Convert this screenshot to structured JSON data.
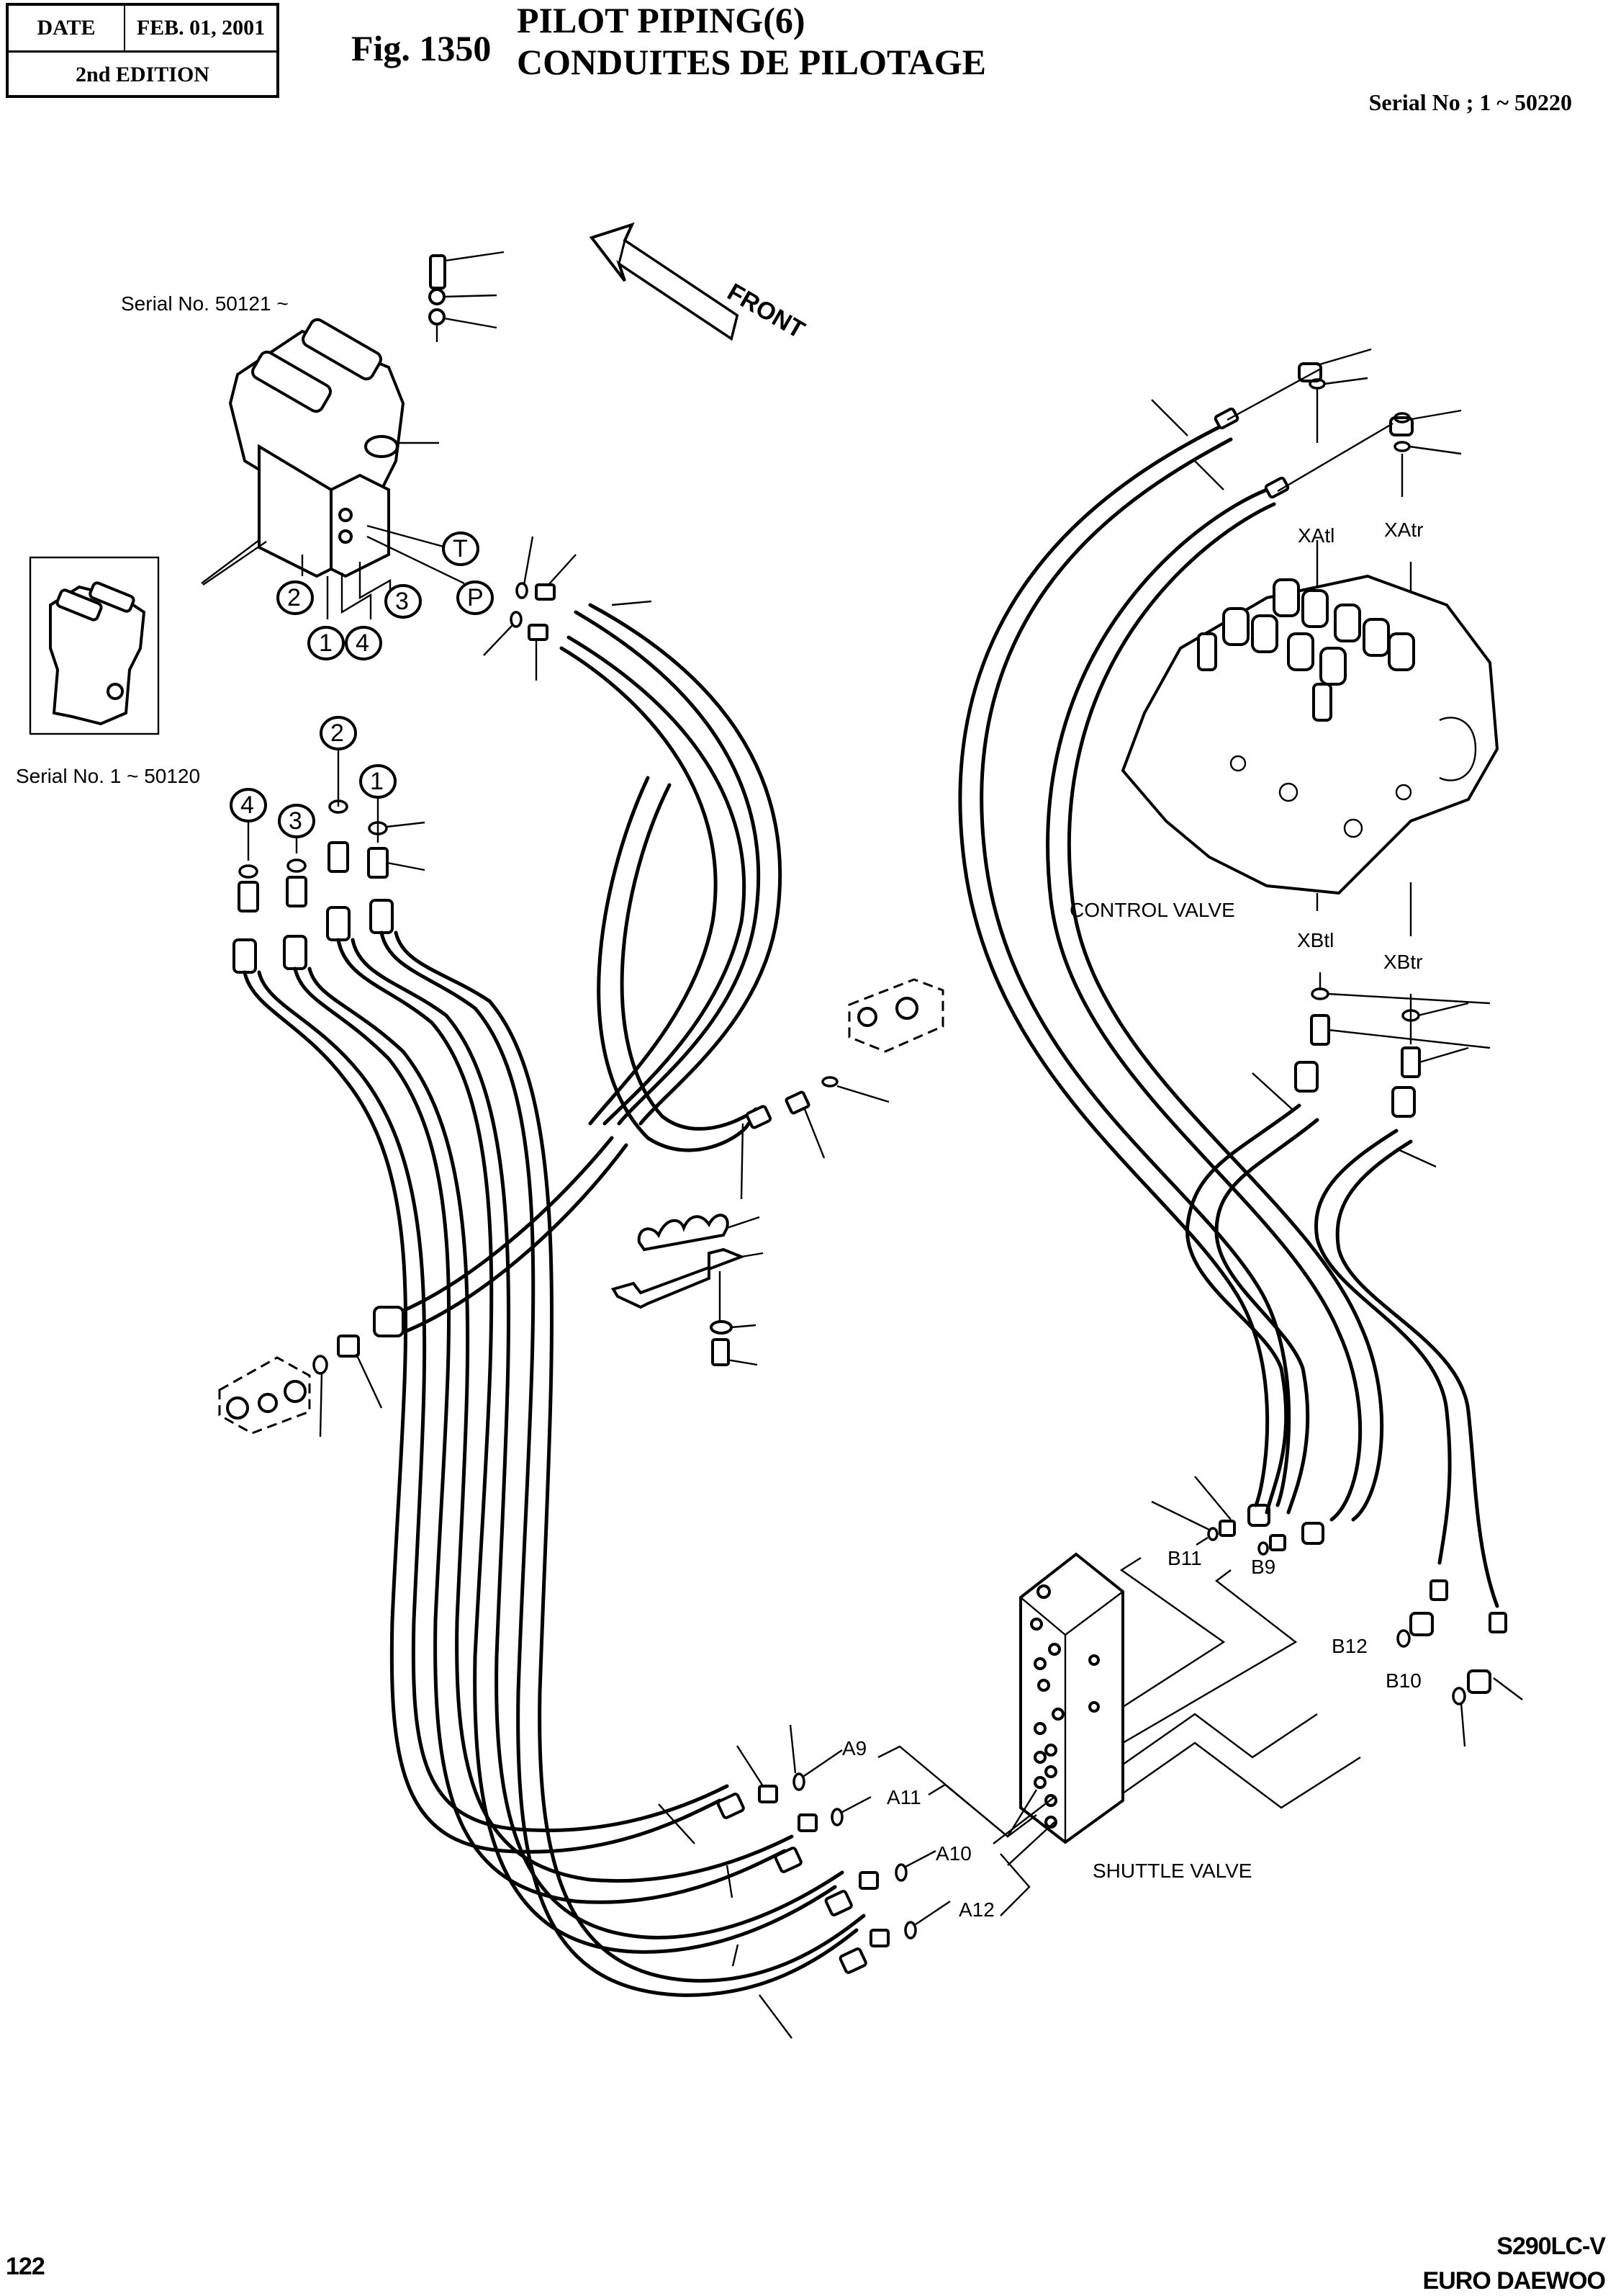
{
  "header": {
    "date_label": "DATE",
    "date_value": "FEB. 01, 2001",
    "edition": "2nd EDITION",
    "figure_number": "Fig. 1350",
    "title_en": "PILOT PIPING(6)",
    "title_fr": "CONDUITES DE PILOTAGE",
    "serial_range": "Serial No ; 1 ~ 50220"
  },
  "diagram": {
    "front_arrow_label": "FRONT",
    "serial_new": "Serial No. 50121 ~",
    "serial_old": "Serial No. 1 ~ 50120",
    "pedal_valve_callouts": [
      "2",
      "1",
      "4",
      "3"
    ],
    "port_callouts": [
      "T",
      "P"
    ],
    "fitting_callouts": [
      "4",
      "3",
      "2",
      "1"
    ],
    "control_valve": {
      "label": "CONTROL VALVE",
      "ports": [
        "XAtl",
        "XAtr",
        "XBtl",
        "XBtr"
      ]
    },
    "shuttle_valve": {
      "label": "SHUTTLE VALVE",
      "ports_a": [
        "A9",
        "A11",
        "A10",
        "A12"
      ],
      "ports_b": [
        "B11",
        "B9",
        "B12",
        "B10"
      ]
    }
  },
  "footer": {
    "page_number": "122",
    "model": "S290LC-V",
    "brand": "EURO DAEWOO"
  }
}
